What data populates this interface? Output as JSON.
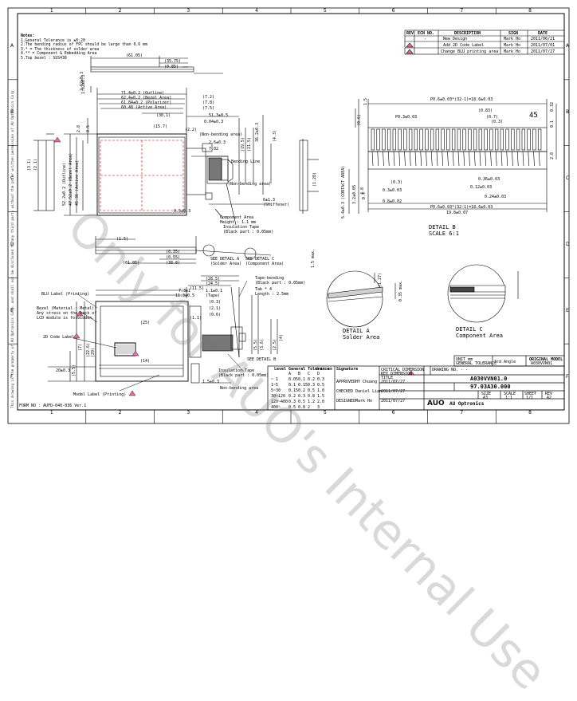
{
  "frame": {
    "cols": [
      "1",
      "2",
      "3",
      "4",
      "5",
      "6",
      "7",
      "8"
    ],
    "rows": [
      "A",
      "B",
      "C",
      "D",
      "E",
      "F"
    ]
  },
  "notes": {
    "title": "Notes:",
    "lines": [
      "1.General Tolerance is ±0.20",
      "2.The bending radius of FPC should be large than 0.6 mm",
      "3.* = The thickness of solder area",
      "4.** = Component & Embedding Area",
      "5.Top bezel : SUS430"
    ]
  },
  "revisions": {
    "headers": [
      "REV",
      "ECN NO.",
      "DESCRIPTION",
      "SIGN",
      "DATE"
    ],
    "rows": [
      [
        "",
        "-",
        "New Design",
        "Mark Ho",
        "2011/06/21"
      ],
      [
        "",
        "",
        "Add 2D Code Label",
        "Mark Ho",
        "2011/07/01"
      ],
      [
        "",
        "",
        "Change BLU printing area",
        "Mark Ho",
        "2011/07/27"
      ]
    ]
  },
  "dims": {
    "top": [
      "(61.05)",
      "(35.75)",
      "(0.85)"
    ],
    "front": [
      "71.4±0.2 (Outline)",
      "62.4±0.2 (Bezel Area)",
      "61.84±0.2 (Polarizer)",
      "60.48 (Active Area)",
      "(30.1)",
      "(15.7)",
      "(7.8)",
      "(7.2)",
      "(7.5)",
      "51.3±0.5",
      "0.04±0.3",
      "(2.2)",
      "2.6±0.3",
      "7.02"
    ],
    "front_v": [
      "52.2±0.2 (Outline)",
      "47.52±0.2 (Bezel Area)",
      "45.36 (Active Area)",
      "1.62±0.3",
      "2.8",
      "8.5",
      "(19.5)",
      "(21.5)",
      "(4.3)",
      "36.2±0.3",
      "6±1.3",
      "(Stiffener)"
    ],
    "callouts": [
      "Component Area",
      "Height : 1.1 mm",
      "Insulation Tape",
      "(Black part : 0.05mm)",
      "(Non-bending area)",
      "Bending Line",
      "(Non-bending area)",
      "0.5±0.3"
    ],
    "bottom": [
      "(1.5)",
      "(0.55)",
      "(0.35)",
      "(61.05)",
      "(38.8)"
    ],
    "side_left": [
      "(3.1)",
      "2.52±0.3",
      "(2.1)"
    ],
    "side_right": [
      "(1.28)",
      "1.5 max."
    ]
  },
  "detail_b": {
    "title": "DETAIL B",
    "scale": "SCALE  6:1",
    "dims": [
      "P0.6±0.03*(32-1)=18.6±0.03",
      "(0.83)",
      "(0.3)",
      "(0.7)",
      "P0.3±0.03",
      "0.12±0.03",
      "(0.3)",
      "0.3±0.03",
      "0.36±0.03",
      "0.8±0.02",
      "0.24±0.03",
      "P0.6±0.03*(32-1)=18.6±0.03",
      "19.8±0.07",
      "5.4±0.3 (CONTACT AREA)",
      "3.2±0.05",
      "0.4",
      "(0.6)",
      "4.8",
      "1.5",
      "45",
      "0.32",
      "0.1",
      "2.8"
    ]
  },
  "detail_bottom": {
    "labels": [
      "BLU Label (Printing)",
      "Bezel (Material : Metal)",
      "Any stress on the back of",
      "LCD module is forbidden.",
      "2D Code Label",
      "Model Label (Printing)",
      "Tape-bending",
      "(Black part : 0.05mm)",
      "Tab * 4",
      "Length : 2.5mm",
      "Insulation Tape",
      "(Black part : 0.05mm)",
      "Non-bending area",
      "SEE DETAIL B"
    ],
    "dims": [
      "(28.5)",
      "(24.5)",
      "(11.5)",
      "7.3±1",
      "11.3±0.5",
      "1.1±0.1",
      "(Tape)",
      "(0.3)",
      "(2.1)",
      "(0.6)",
      "(25)",
      "(14)",
      "(1.1)",
      "(5.5)",
      "(3.6)",
      "(2.5)",
      "20±0.3",
      "1.5±0.3",
      "(7)",
      "(5.5)",
      "(22.6)",
      "(29)",
      "(4)",
      "(1.27)",
      "0.35 max."
    ]
  },
  "see_details": [
    "SEE DETAIL A",
    "(Solder Area)",
    "SEE DETAIL C",
    "(Component Area)"
  ],
  "detail_a": {
    "title": "DETAIL A",
    "sub": "Solder Area"
  },
  "detail_c": {
    "title": "DETAIL C",
    "sub": "Component Area"
  },
  "title_block": {
    "tolerance_title": "Level General Tolerance",
    "tolerance_unit": "Unit mm",
    "tol_headers": [
      "",
      "A",
      "B",
      "C",
      "D"
    ],
    "tol_rows": [
      [
        "~ 1",
        "0.05",
        "0.1",
        "0.2",
        "0.3"
      ],
      [
        "1~5",
        "0.1",
        "0.15",
        "0.3",
        "0.5"
      ],
      [
        "5~30",
        "0.15",
        "0.2",
        "0.5",
        "1.0"
      ],
      [
        "30~120",
        "0.2",
        "0.3",
        "0.8",
        "1.5"
      ],
      [
        "120~400",
        "0.3",
        "0.5",
        "1.2",
        "2.0"
      ],
      [
        "400~",
        "0.5",
        "0.8",
        "2",
        "3"
      ]
    ],
    "signature_header": "Signature",
    "signatures": [
      [
        "APPROVED",
        "HY Chuang",
        "2011/07/27"
      ],
      [
        "CHECKED",
        "Daniel Lien",
        "2011/07/27"
      ],
      [
        "DESIGNED",
        "Mark Ho",
        "2011/07/27"
      ]
    ],
    "critical_key": "CRITICAL DIMENSION",
    "critical_inspection": "KEY DIMENSION",
    "drawing_no_label": "DRAWING NO. - -",
    "title_label": "TITLE",
    "title": "A030VVN01.0",
    "drawing_no": "97.03A30.000",
    "size_label": "SIZE",
    "size": "A3",
    "scale_label": "SCALE",
    "scale": "1:1",
    "sheet_label": "SHEET",
    "sheet": "1/1",
    "rev_label": "REV",
    "rev": "A2",
    "third_angle": "3rd Angle",
    "original_model": "ORIGINAL MODEL",
    "original_model_value": "A030VVN01",
    "unit_mm": "UNIT   mm",
    "general_tol": "GENERAL TOLERANCE",
    "company_logo": "AUO",
    "company": "AU Optronics"
  },
  "form_no": "FORM NO : AUFD-040-036 Ver.1",
  "confidential": "This drawing is the property of AU Optronics Corp. and shall not be disclosed to any third party without the prior written permission of AU Optronics Corp.",
  "watermark": "Only for AUO's Internal Use"
}
